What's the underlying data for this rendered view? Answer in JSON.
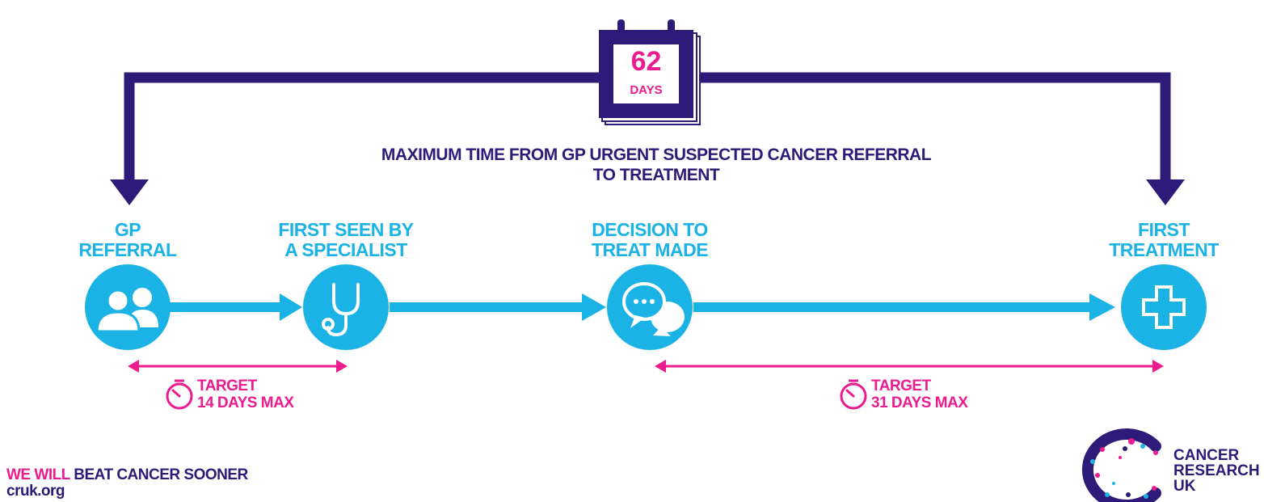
{
  "calendar": {
    "number": "62",
    "unit": "DAYS"
  },
  "caption": {
    "line1": "MAXIMUM TIME FROM GP URGENT SUSPECTED CANCER REFERRAL",
    "line2": "TO TREATMENT"
  },
  "stages": [
    {
      "line1": "GP",
      "line2": "REFERRAL",
      "icon": "people-icon"
    },
    {
      "line1": "FIRST SEEN BY",
      "line2": "A SPECIALIST",
      "icon": "stethoscope-icon"
    },
    {
      "line1": "DECISION TO",
      "line2": "TREAT MADE",
      "icon": "speech-bubbles-icon"
    },
    {
      "line1": "FIRST",
      "line2": "TREATMENT",
      "icon": "medical-cross-icon"
    }
  ],
  "targets": [
    {
      "line1": "TARGET",
      "line2": "14 DAYS MAX",
      "icon": "stopwatch-icon"
    },
    {
      "line1": "TARGET",
      "line2": "31 DAYS MAX",
      "icon": "stopwatch-icon"
    }
  ],
  "footer": {
    "tagline_highlight": "WE WILL",
    "tagline_rest": " BEAT CANCER SOONER",
    "url": "cruk.org"
  },
  "logo": {
    "line1": "CANCER",
    "line2": "RESEARCH",
    "line3": "UK"
  },
  "colors": {
    "navy": "#2e1a78",
    "cyan": "#1bb3e6",
    "magenta": "#ec1b8f",
    "white": "#ffffff"
  }
}
